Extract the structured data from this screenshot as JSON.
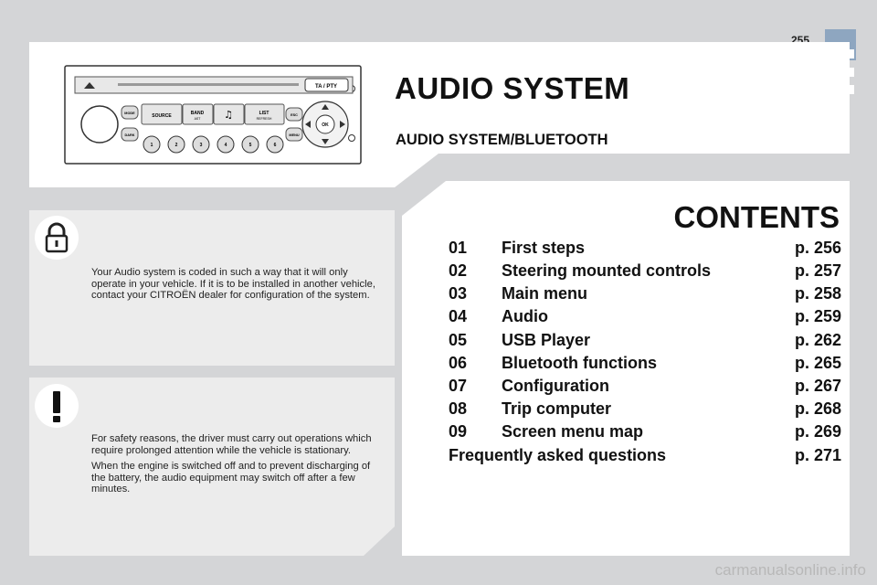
{
  "header": {
    "page_number": "255",
    "title": "AUDIO SYSTEM",
    "subtitle": "AUDIO SYSTEM/BLUETOOTH"
  },
  "radio": {
    "ta_pty": "TA / PTY",
    "mode": "MODE",
    "dark": "DARK",
    "source": "SOURCE",
    "band": "BAND",
    "ast": "AST",
    "list": "LIST",
    "refresh": "REFRESH",
    "esc": "ESC",
    "menu": "MENU",
    "ok": "OK",
    "presets": [
      "1",
      "2",
      "3",
      "4",
      "5",
      "6"
    ]
  },
  "notes": {
    "lock": [
      "Your Audio system is coded in such a way that it will only operate in your vehicle. If it is to be installed in another vehicle, contact your CITROËN dealer for configuration of the system."
    ],
    "warning": [
      "For safety reasons, the driver must carry out operations which require prolonged attention while the vehicle is stationary.",
      "When the engine is switched off and to prevent discharging of the battery, the audio equipment may switch off after a few minutes."
    ]
  },
  "contents": {
    "heading": "CONTENTS",
    "items": [
      {
        "num": "01",
        "title": "First steps",
        "page": "p. 256"
      },
      {
        "num": "02",
        "title": "Steering mounted controls",
        "page": "p. 257"
      },
      {
        "num": "03",
        "title": "Main menu",
        "page": "p. 258"
      },
      {
        "num": "04",
        "title": "Audio",
        "page": "p. 259"
      },
      {
        "num": "05",
        "title": "USB Player",
        "page": "p. 262"
      },
      {
        "num": "06",
        "title": "Bluetooth functions",
        "page": "p. 265"
      },
      {
        "num": "07",
        "title": "Configuration",
        "page": "p. 267"
      },
      {
        "num": "08",
        "title": "Trip computer",
        "page": "p. 268"
      },
      {
        "num": "09",
        "title": "Screen menu map",
        "page": "p. 269"
      }
    ],
    "faq": {
      "title": "Frequently asked questions",
      "page": "p. 271"
    }
  },
  "footer": {
    "watermark": "carmanualsonline.info"
  },
  "colors": {
    "background": "#d4d5d7",
    "panel": "#ffffff",
    "note_panel": "#ececec",
    "tab": "#8ea6c0"
  }
}
